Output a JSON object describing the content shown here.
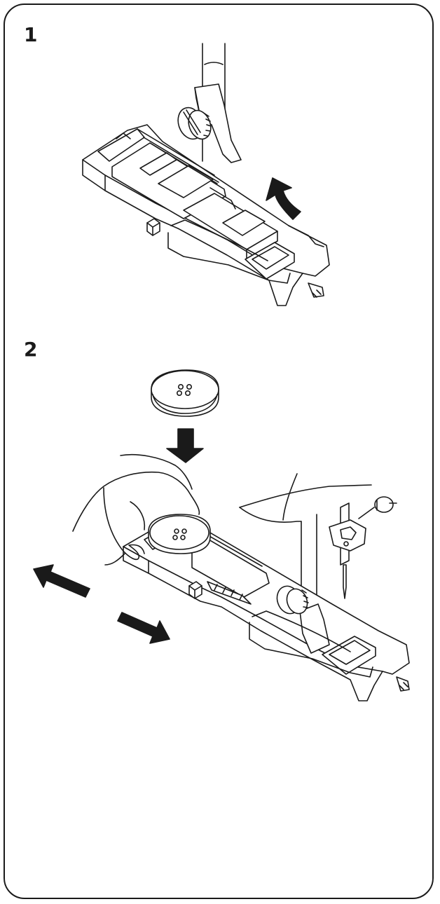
{
  "steps": [
    {
      "number": "1"
    },
    {
      "number": "2"
    }
  ],
  "colors": {
    "line": "#1a1a1a",
    "fill": "#ffffff"
  },
  "icons": {
    "step1": [
      "buttonhole-foot-illustration",
      "presser-foot-shank-illustration",
      "curved-up-arrow-icon"
    ],
    "step2": [
      "button-illustration",
      "down-arrow-icon",
      "buttonhole-foot-illustration",
      "hand-illustration",
      "needle-illustration",
      "double-arrow-icon"
    ]
  }
}
